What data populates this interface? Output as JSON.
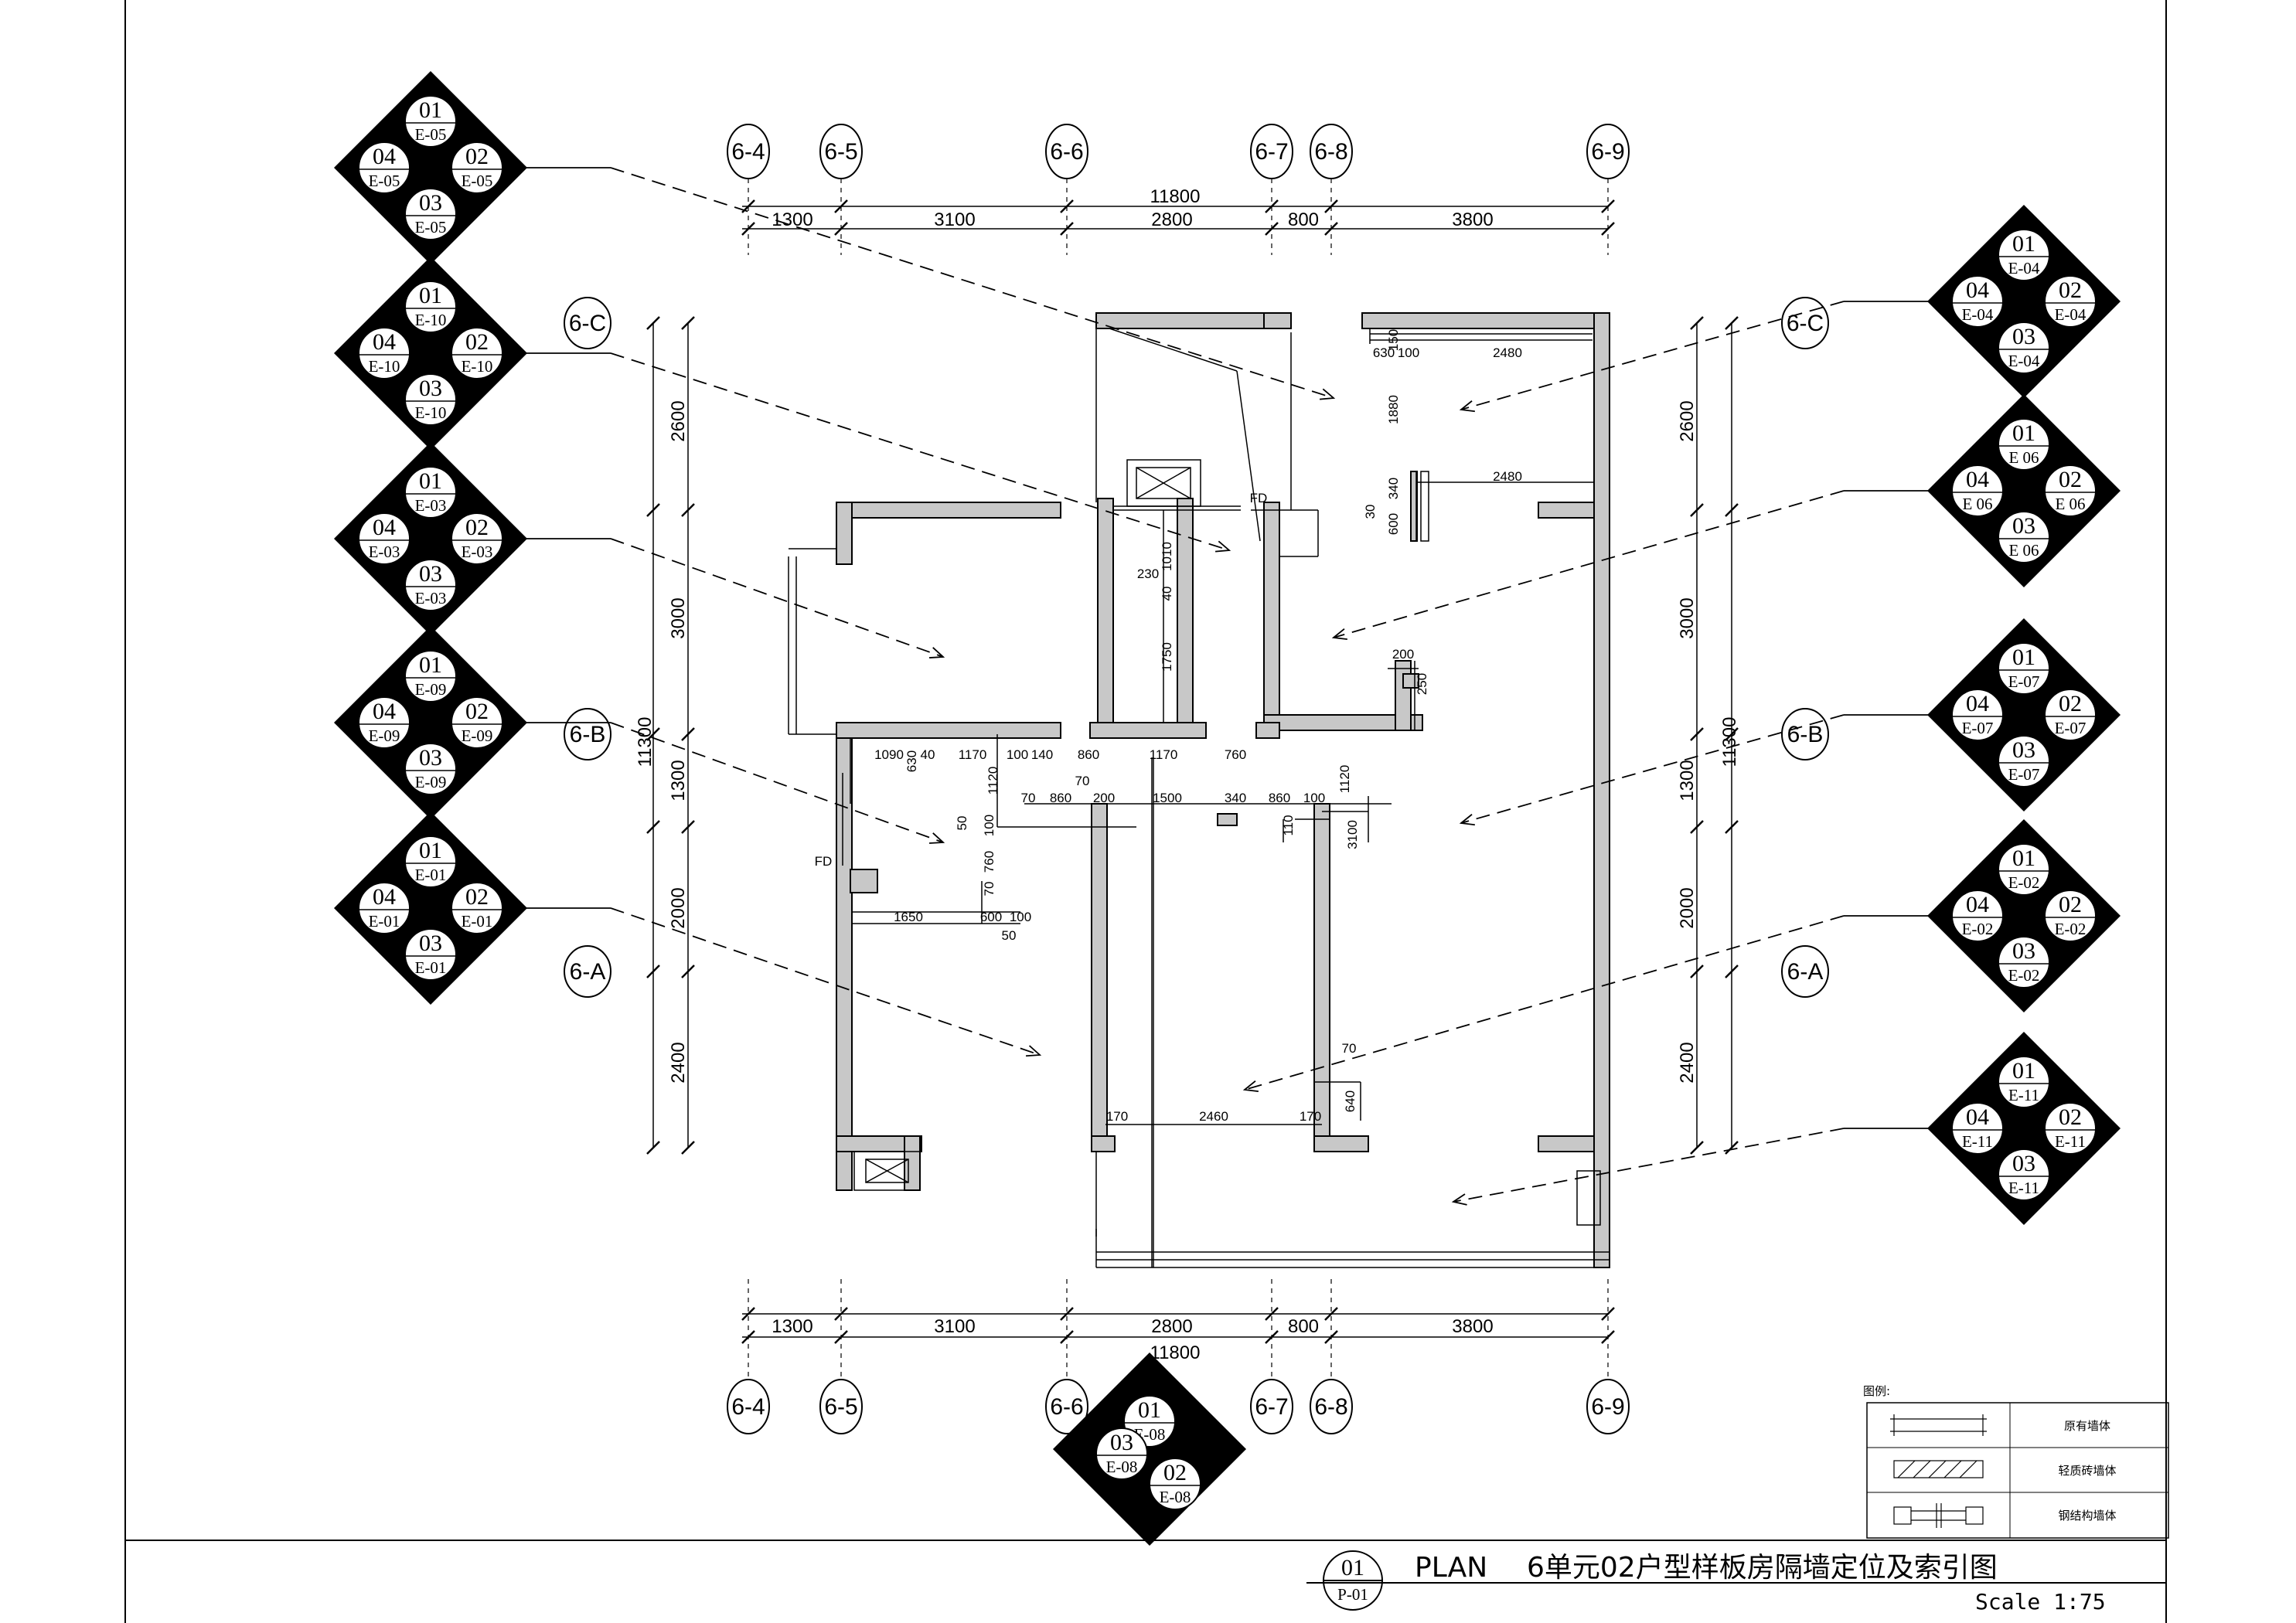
{
  "drawing": {
    "title_code": "PLAN",
    "title_text": "6单元02户型样板房隔墙定位及索引图",
    "scale": "Scale 1:75",
    "sheet_number": "01",
    "sheet_ref": "P-01",
    "total_width": "11800",
    "total_depth": "11300"
  },
  "axes_vertical": [
    "6-4",
    "6-5",
    "6-6",
    "6-7",
    "6-8",
    "6-9"
  ],
  "axes_horizontal": [
    "6-C",
    "6-B",
    "6-A"
  ],
  "dims_top": [
    "1300",
    "3100",
    "2800",
    "800",
    "3800"
  ],
  "dims_bottom": [
    "1300",
    "3100",
    "2800",
    "800",
    "3800"
  ],
  "dims_left": [
    "2600",
    "3000",
    "1300",
    "2000",
    "2400"
  ],
  "dims_right": [
    "2600",
    "3000",
    "1300",
    "2000",
    "2400"
  ],
  "interior_dims": {
    "d630": "630",
    "d100": "100",
    "d2480a": "2480",
    "d150": "150",
    "d1880": "1880",
    "d340": "340",
    "d2480b": "2480",
    "d30": "30",
    "d600": "600",
    "d230": "230",
    "d1010": "1010",
    "d40": "40",
    "d1750": "1750",
    "d200": "200",
    "d250": "250",
    "d1090": "1090",
    "d40b": "40",
    "d1170a": "1170",
    "d100b": "100",
    "d140": "140",
    "d860a": "860",
    "d1170b": "1170",
    "d760a": "760",
    "d1120a": "1120",
    "d630b": "630",
    "d70a": "70",
    "d70b": "70",
    "d860b": "860",
    "d200b": "200",
    "d1500": "1500",
    "d340b": "340",
    "d860c": "860",
    "d100c": "100",
    "d1120b": "1120",
    "d3100": "3100",
    "d110": "110",
    "d50": "50",
    "d100d": "100",
    "d760b": "760",
    "d70c": "70",
    "d1650": "1650",
    "d600b": "600",
    "d100e": "100",
    "d50b": "50",
    "d70d": "70",
    "d640": "640",
    "d170a": "170",
    "d2460": "2460",
    "d170b": "170",
    "fd1": "FD",
    "fd2": "FD"
  },
  "index_tags": [
    {
      "n": [
        "01",
        "02",
        "03",
        "04"
      ],
      "ref": "E-05"
    },
    {
      "n": [
        "01",
        "02",
        "03",
        "04"
      ],
      "ref": "E-10"
    },
    {
      "n": [
        "01",
        "02",
        "03",
        "04"
      ],
      "ref": "E-03"
    },
    {
      "n": [
        "01",
        "02",
        "03",
        "04"
      ],
      "ref": "E-09"
    },
    {
      "n": [
        "01",
        "02",
        "03",
        "04"
      ],
      "ref": "E-01"
    },
    {
      "n": [
        "01",
        "02",
        "03",
        "04"
      ],
      "ref": "E-04"
    },
    {
      "n": [
        "01",
        "02",
        "03",
        "04"
      ],
      "ref": "E 06"
    },
    {
      "n": [
        "01",
        "02",
        "03",
        "04"
      ],
      "ref": "E-07"
    },
    {
      "n": [
        "01",
        "02",
        "03",
        "04"
      ],
      "ref": "E-02"
    },
    {
      "n": [
        "01",
        "02",
        "03",
        "04"
      ],
      "ref": "E-11"
    }
  ],
  "index_tag_bottom": {
    "n": [
      "01",
      "02",
      "03"
    ],
    "ref": "E-08"
  },
  "legend": {
    "title": "图例:",
    "items": [
      "原有墙体",
      "轻质砖墙体",
      "钢结构墙体"
    ]
  }
}
